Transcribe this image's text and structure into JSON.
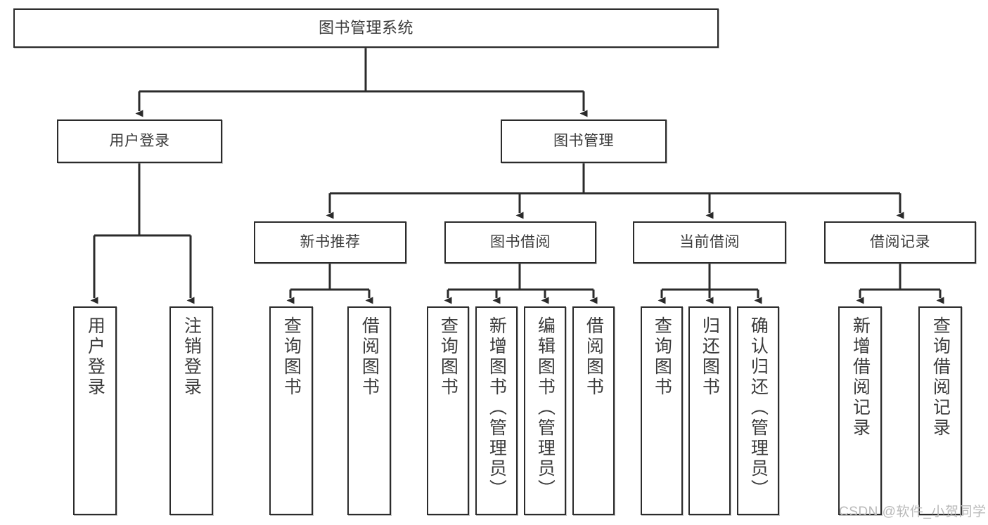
{
  "diagram": {
    "title": "图书管理系统",
    "watermark": "CSDN @软件_小贺同学",
    "colors": {
      "box_border": "#2b2b2b",
      "box_fill": "#ffffff",
      "text": "#3b3b3b",
      "connector": "#2b2b2b",
      "watermark": "#b9b9b9",
      "background": "#ffffff"
    },
    "root": {
      "label": "图书管理系统"
    },
    "level2": [
      {
        "label": "用户登录"
      },
      {
        "label": "图书管理"
      }
    ],
    "level3": [
      {
        "label": "新书推荐"
      },
      {
        "label": "图书借阅"
      },
      {
        "label": "当前借阅"
      },
      {
        "label": "借阅记录"
      }
    ],
    "leaves": {
      "user_login": [
        {
          "label": "用户登录"
        },
        {
          "label": "注销登录"
        }
      ],
      "new_book": [
        {
          "label": "查询图书"
        },
        {
          "label": "借阅图书"
        }
      ],
      "book_borrow": [
        {
          "label": "查询图书"
        },
        {
          "label": "新增图书（管理员）"
        },
        {
          "label": "编辑图书（管理员）"
        },
        {
          "label": "借阅图书"
        }
      ],
      "current_borrow": [
        {
          "label": "查询图书"
        },
        {
          "label": "归还图书"
        },
        {
          "label": "确认归还（管理员）"
        }
      ],
      "borrow_record": [
        {
          "label": "新增借阅记录"
        },
        {
          "label": "查询借阅记录"
        }
      ]
    }
  }
}
